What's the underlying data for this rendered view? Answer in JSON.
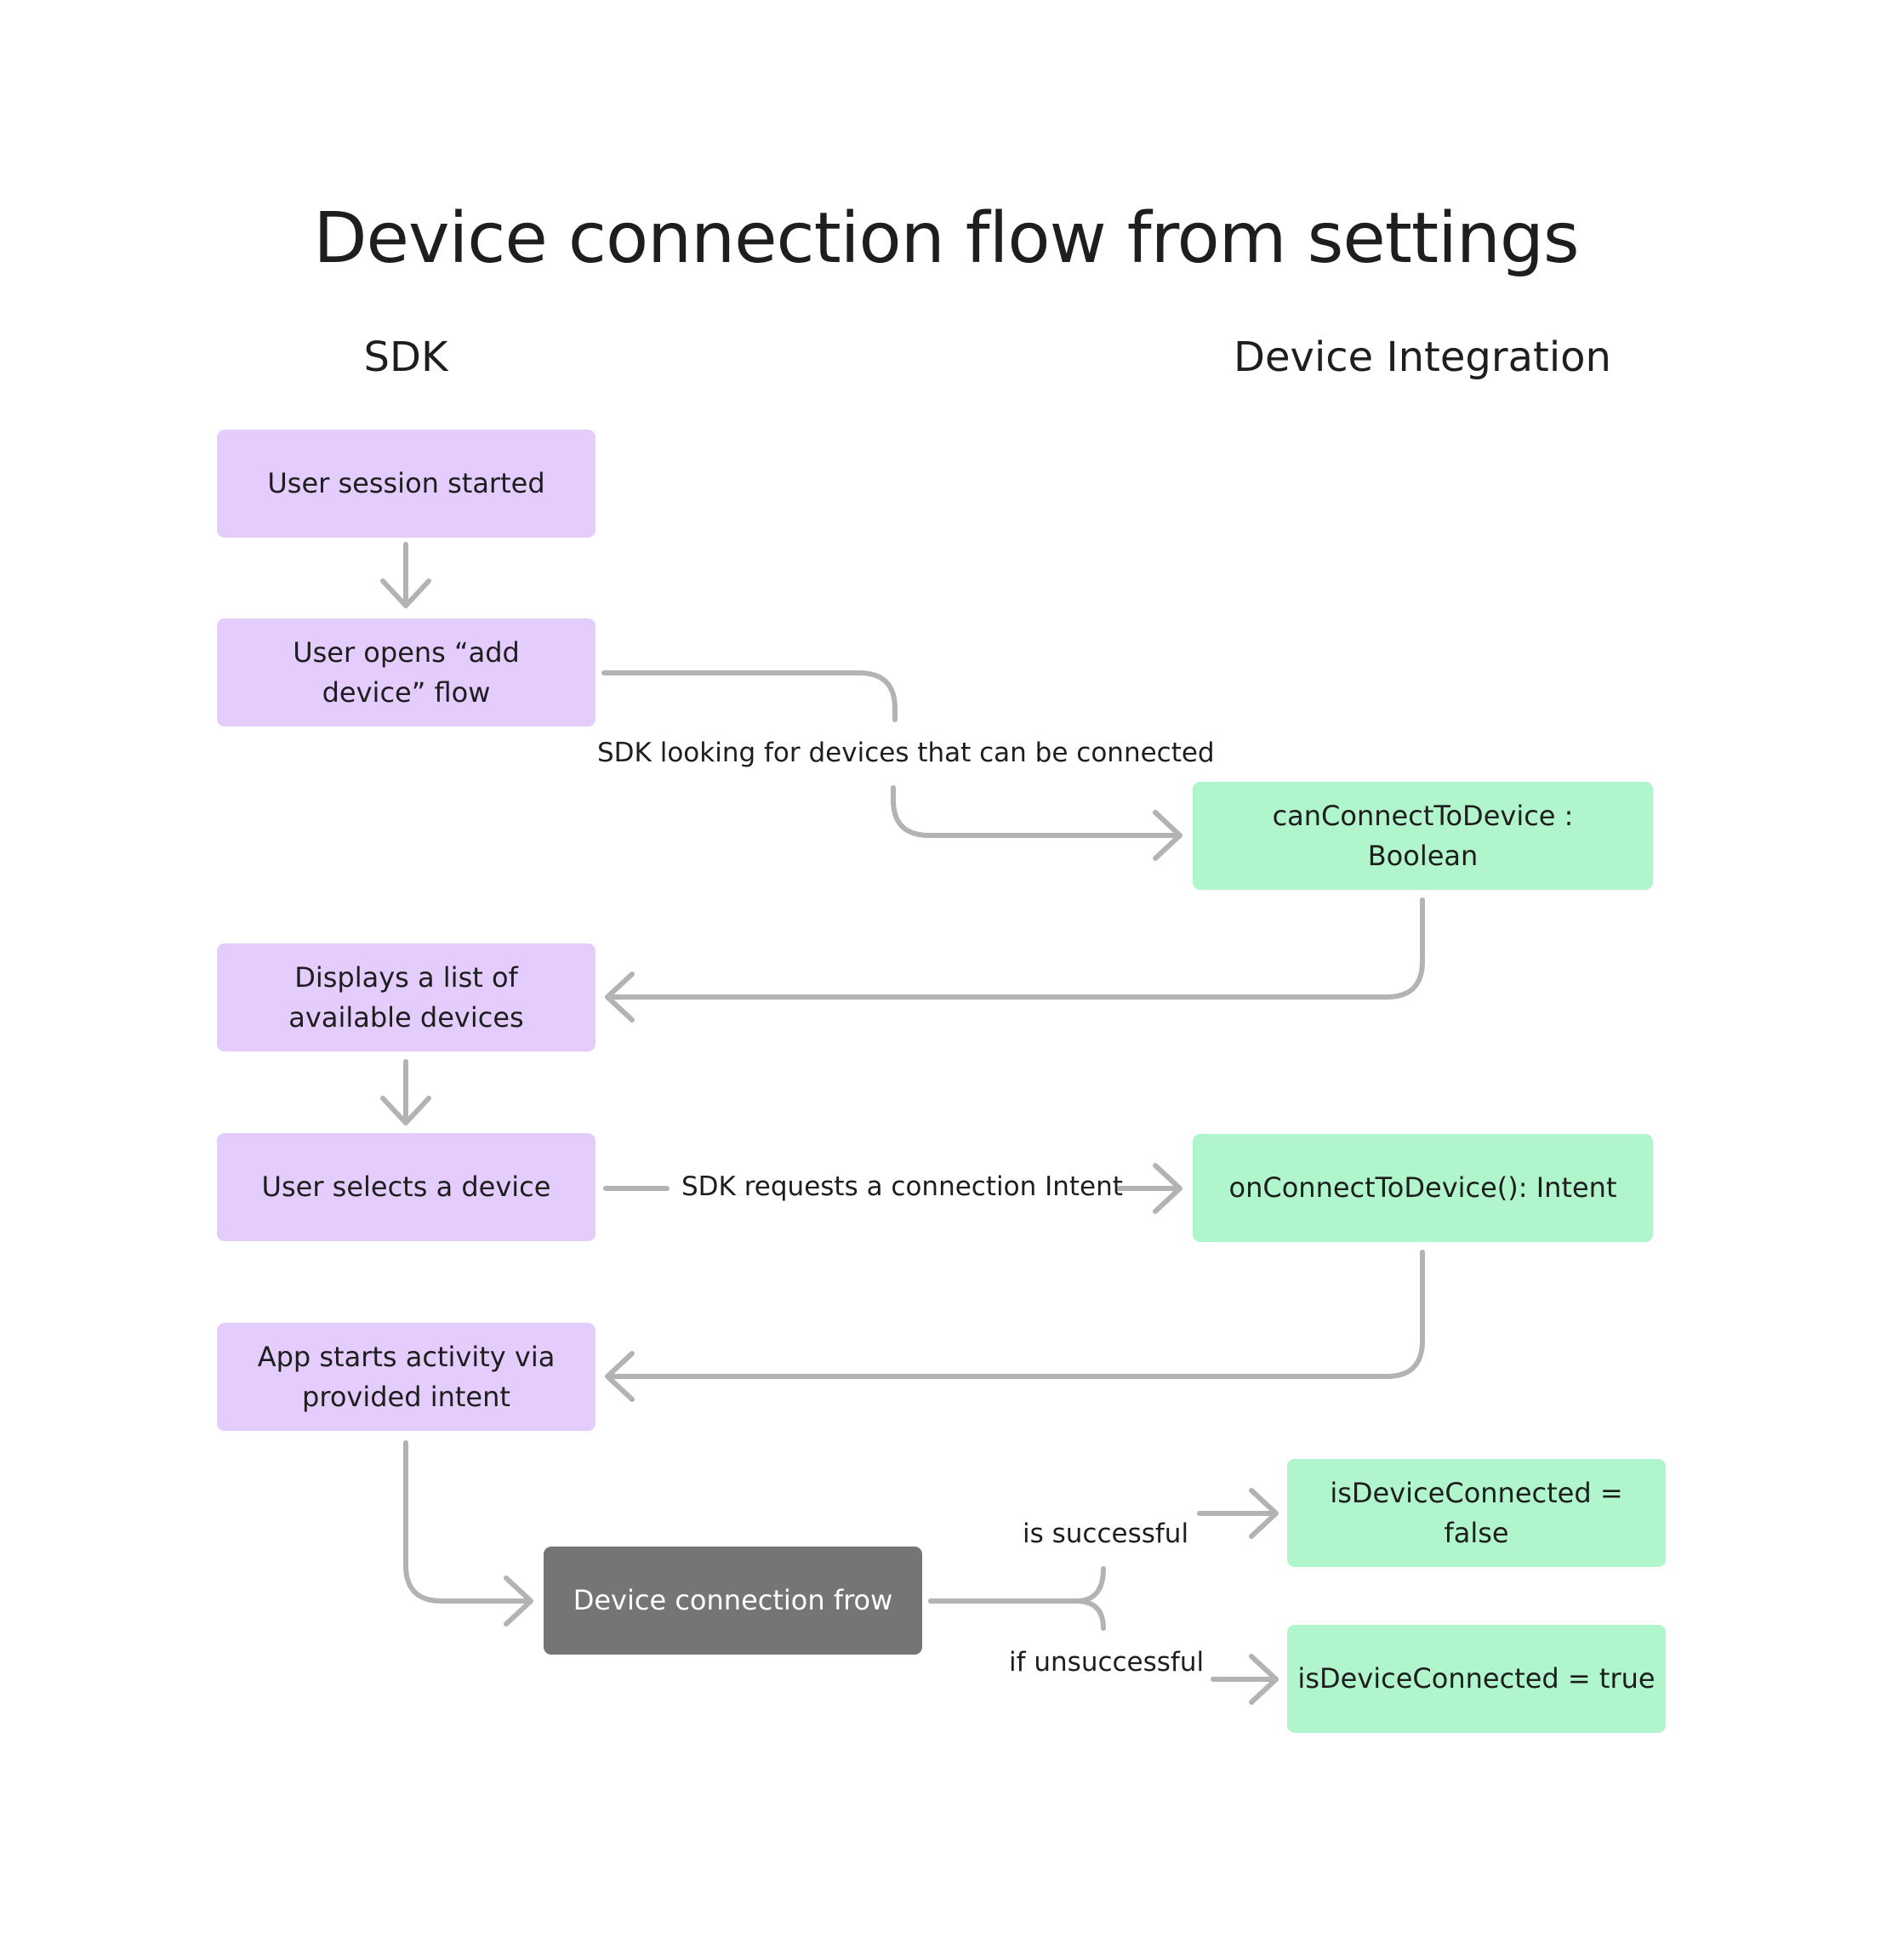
{
  "title": "Device connection flow from settings",
  "lanes": {
    "sdk": "SDK",
    "device_integration": "Device Integration"
  },
  "nodes": {
    "session_started": "User session started",
    "opens_add_device": "User opens “add device” flow",
    "can_connect": "canConnectToDevice : Boolean",
    "displays_list": "Displays a list of available devices",
    "selects_device": "User selects a device",
    "on_connect": "onConnectToDevice(): Intent",
    "app_starts_activity": "App starts activity via provided intent",
    "connection_flow": "Device connection frow",
    "connected_false": "isDeviceConnected = false",
    "connected_true": "isDeviceConnected = true"
  },
  "edge_labels": {
    "looking_for_devices": "SDK looking for devices that can be connected",
    "requests_intent": "SDK requests a connection Intent",
    "is_successful": "is successful",
    "if_unsuccessful": "if unsuccessful"
  },
  "colors": {
    "sdk_box": "#e4ccfd",
    "device_box": "#b0f5cb",
    "flow_box": "#757575",
    "connector": "#b3b3b3",
    "text": "#1e1e1e"
  }
}
